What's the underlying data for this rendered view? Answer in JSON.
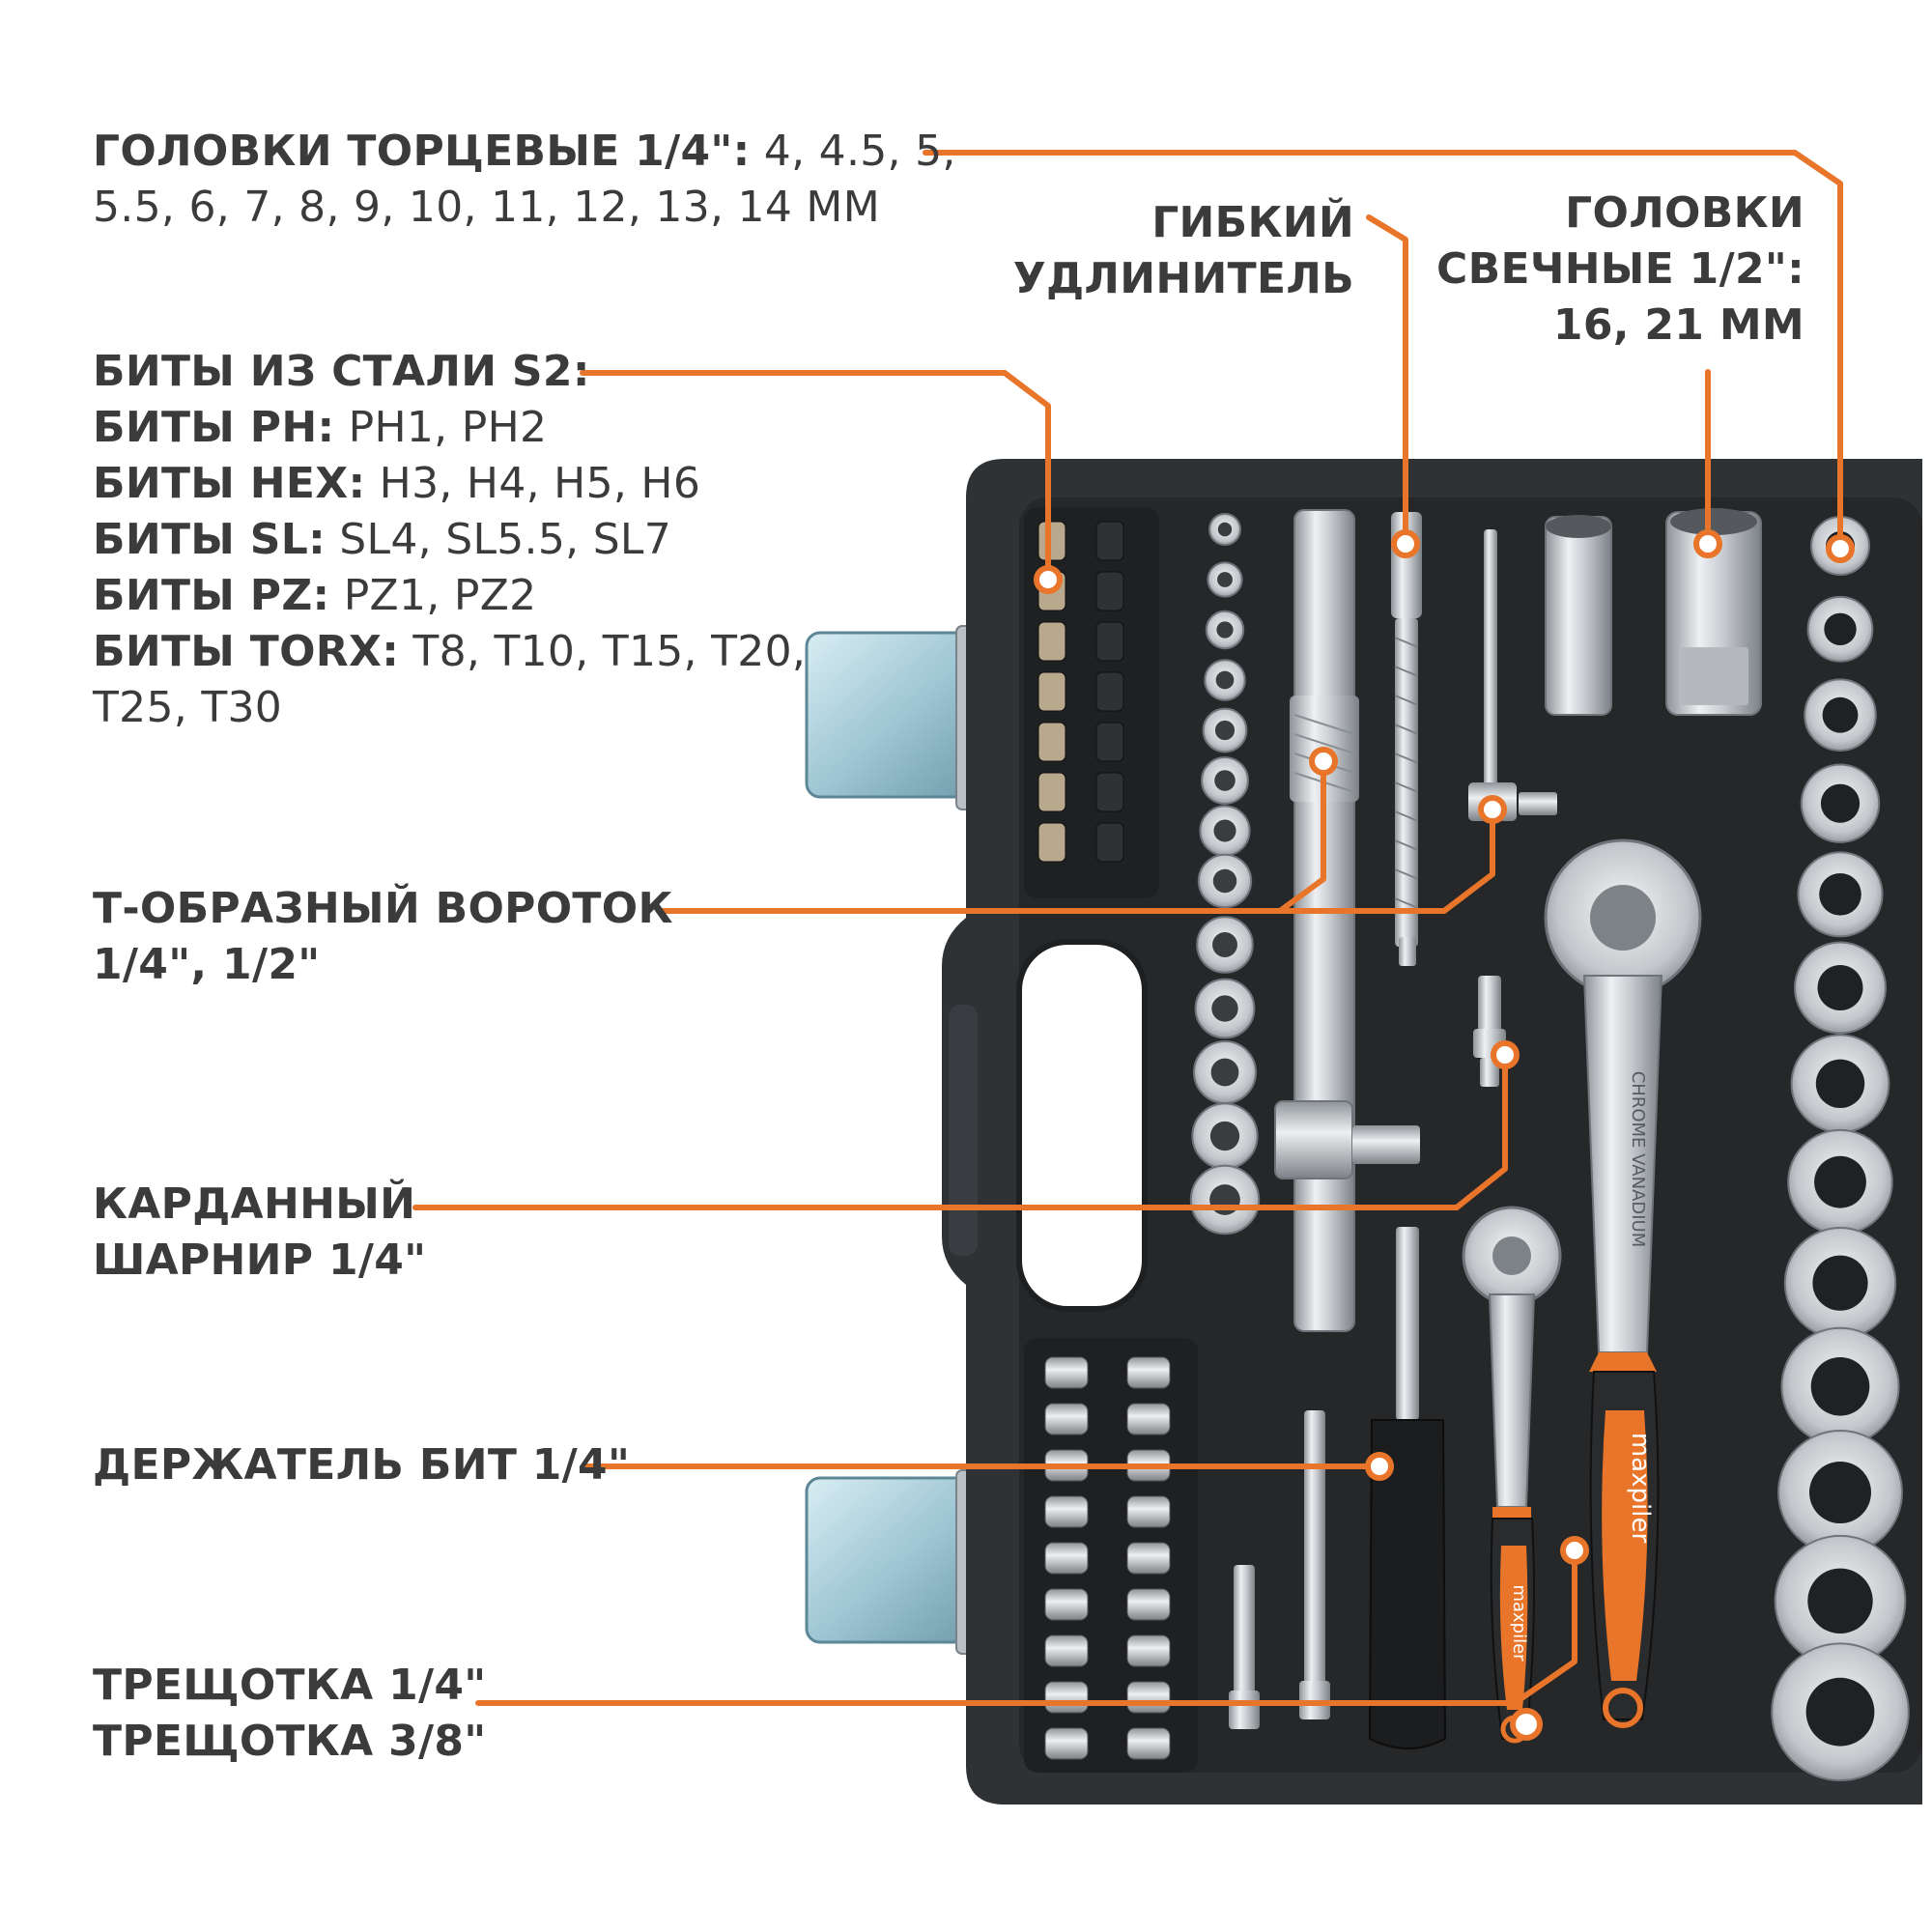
{
  "colors": {
    "accent": "#e8752a",
    "case": "#2e3134",
    "foam": "#222426",
    "metal": "#c9cccf",
    "text": "#3b3b3b"
  },
  "labels": {
    "sockets_14": {
      "lines": [
        {
          "bold": "ГОЛОВКИ ТОРЦЕВЫЕ 1/4\":",
          "text": " 4, 4.5, 5,"
        },
        {
          "bold": "",
          "text": "5.5, 6, 7, 8, 9, 10, 11, 12, 13, 14 ММ"
        }
      ]
    },
    "flex_extension": {
      "lines": [
        {
          "bold": "ГИБКИЙ",
          "text": ""
        },
        {
          "bold": "УДЛИНИТЕЛЬ",
          "text": ""
        }
      ]
    },
    "spark_sockets": {
      "lines": [
        {
          "bold": "ГОЛОВКИ",
          "text": ""
        },
        {
          "bold": "СВЕЧНЫЕ 1/2\":",
          "text": ""
        },
        {
          "bold": "16, 21 ММ",
          "text": ""
        }
      ]
    },
    "bits": {
      "lines": [
        {
          "bold": "БИТЫ ИЗ СТАЛИ S2:",
          "text": ""
        },
        {
          "bold": "БИТЫ PH:",
          "text": " PH1, PH2"
        },
        {
          "bold": "БИТЫ HEX:",
          "text": " H3, H4, H5, H6"
        },
        {
          "bold": "БИТЫ SL:",
          "text": " SL4, SL5.5, SL7"
        },
        {
          "bold": "БИТЫ PZ:",
          "text": " PZ1, PZ2"
        },
        {
          "bold": "БИТЫ TORX:",
          "text": " T8, T10, T15, T20,"
        },
        {
          "bold": "",
          "text": "T25, T30"
        }
      ]
    },
    "t_handle": {
      "lines": [
        {
          "bold": "Т-ОБРАЗНЫЙ ВОРОТОК",
          "text": ""
        },
        {
          "bold": "1/4\", 1/2\"",
          "text": ""
        }
      ]
    },
    "cardan": {
      "lines": [
        {
          "bold": "КАРДАННЫЙ",
          "text": ""
        },
        {
          "bold": "ШАРНИР 1/4\"",
          "text": ""
        }
      ]
    },
    "bit_holder": {
      "lines": [
        {
          "bold": "ДЕРЖАТЕЛЬ БИТ 1/4\"",
          "text": ""
        }
      ]
    },
    "ratchets": {
      "lines": [
        {
          "bold": "ТРЕЩОТКА 1/4\"",
          "text": ""
        },
        {
          "bold": "ТРЕЩОТКА 3/8\"",
          "text": ""
        }
      ]
    }
  },
  "product": {
    "brand_text": "maxpiler",
    "handle_text": "CHROME VANADIUM"
  }
}
